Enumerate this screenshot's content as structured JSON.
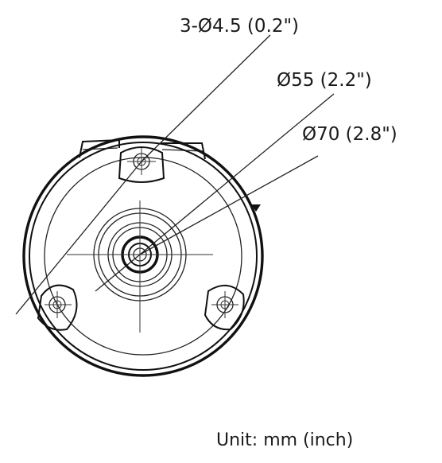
{
  "dimensions": {
    "hole_pattern": "3-Ø4.5 (0.2\")",
    "inner_diameter": "Ø55 (2.2\")",
    "outer_diameter": "Ø70 (2.8\")"
  },
  "unit_note": "Unit: mm (inch)",
  "colors": {
    "line": "#111111",
    "background": "#ffffff"
  }
}
